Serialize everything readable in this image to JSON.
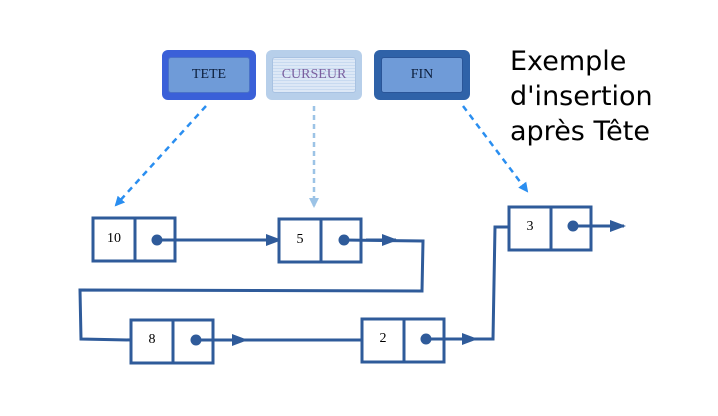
{
  "caption": {
    "line1": "Exemple",
    "line2": "d'insertion",
    "line3": "après Tête"
  },
  "pointers": {
    "head": "TETE",
    "cursor": "CURSEUR",
    "tail": "FIN"
  },
  "nodes": [
    {
      "value": "10"
    },
    {
      "value": "5"
    },
    {
      "value": "8"
    },
    {
      "value": "2"
    },
    {
      "value": "3"
    }
  ],
  "colors": {
    "link": "#2f5b9a",
    "pointer_arrow": "#2a8ef0",
    "cursor_arrow": "#9cc3e6",
    "dot": "#2f5b9a"
  }
}
